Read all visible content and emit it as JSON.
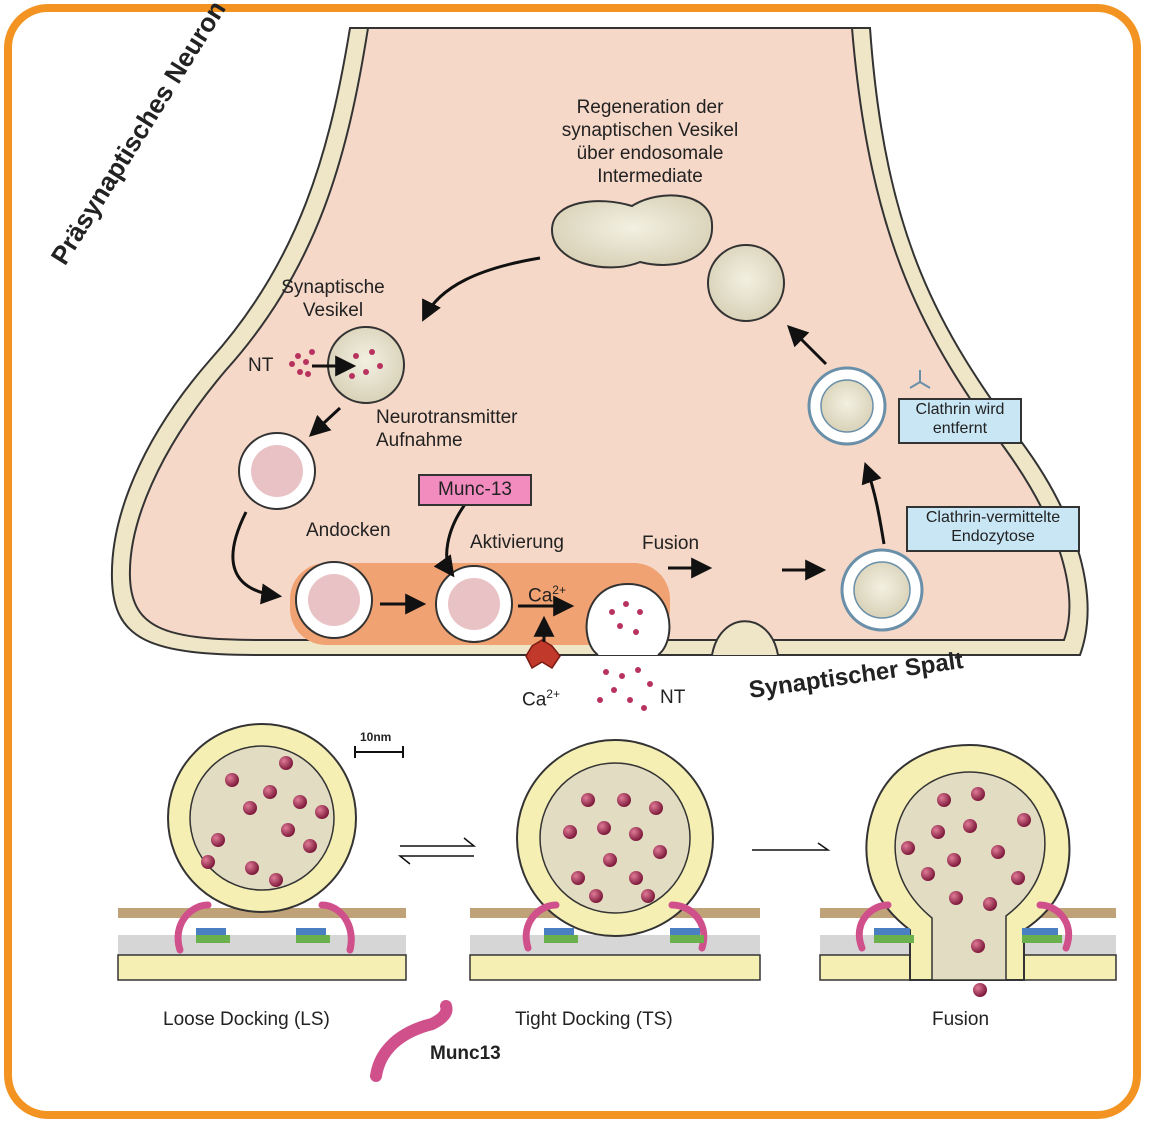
{
  "colors": {
    "frame": "#f39422",
    "cytoplasm": "#f6d8c8",
    "membrane_fill": "#efe6c8",
    "active_zone": "#f0a273",
    "munc13_box": "#f28cbf",
    "clathrin_box": "#c8e6f4",
    "neurotransmitter": "#b8325e",
    "vesicle_yellow": "#f6efb4"
  },
  "top": {
    "neuron_label": "Präsynaptisches Neuron",
    "cleft_label": "Synaptischer Spalt",
    "regeneration": [
      "Regeneration der",
      "synaptischen Vesikel",
      "über endosomale",
      "Intermediate"
    ],
    "synaptic_vesicle": [
      "Synaptische",
      "Vesikel"
    ],
    "nt_left": "NT",
    "uptake": [
      "Neurotransmitter",
      "Aufnahme"
    ],
    "docking": "Andocken",
    "munc13_box": "Munc-13",
    "activation": "Aktivierung",
    "fusion": "Fusion",
    "ca_upper": "Ca",
    "ca_upper_sup": "2+",
    "ca_lower": "Ca",
    "ca_lower_sup": "2+",
    "nt_bottom": "NT",
    "clathrin_removed": [
      "Clathrin wird",
      "entfernt"
    ],
    "clathrin_endocytosis": [
      "Clathrin-vermittelte",
      "Endozytose"
    ]
  },
  "bottom": {
    "scale_bar": "10nm",
    "loose": "Loose Docking (LS)",
    "tight": "Tight Docking (TS)",
    "fusion": "Fusion",
    "munc13": "Munc13"
  }
}
